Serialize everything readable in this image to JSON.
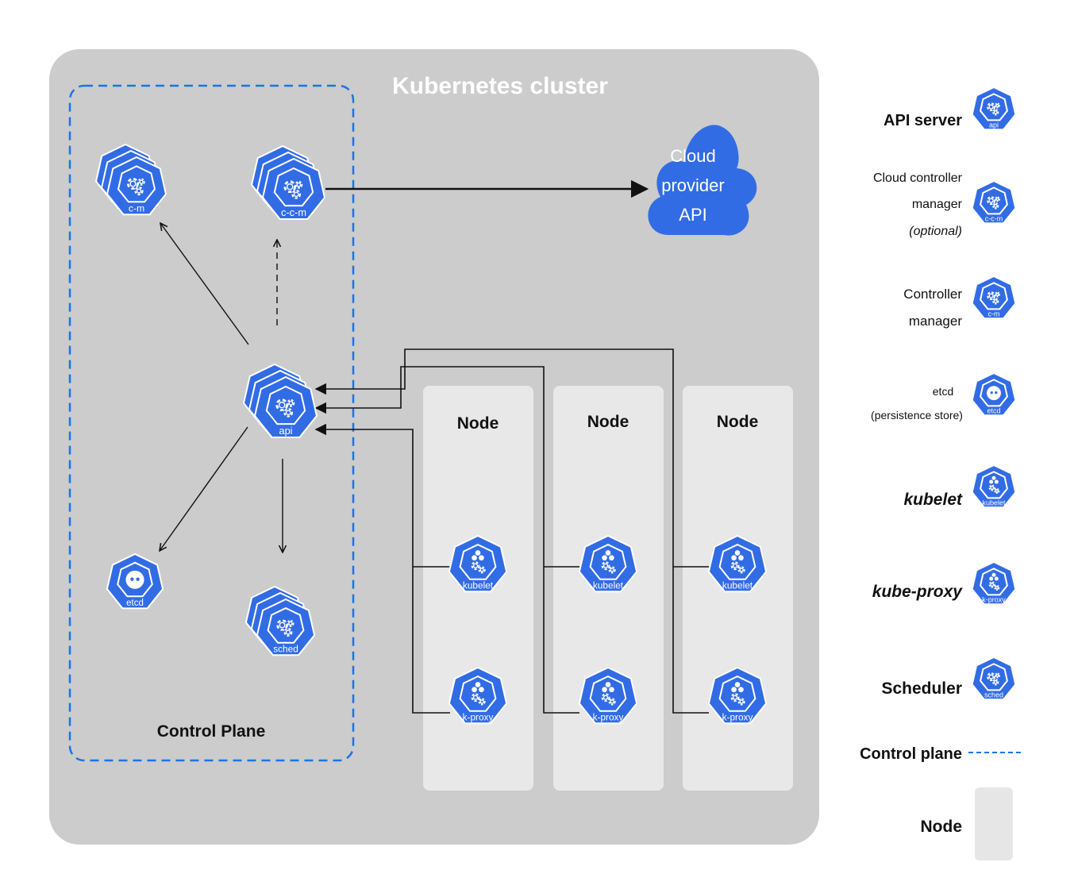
{
  "diagram": {
    "cluster_title": "Kubernetes cluster",
    "control_plane_label": "Control Plane",
    "cloud": {
      "lines": [
        "Cloud",
        "provider",
        "API"
      ]
    },
    "components": {
      "cm": "c-m",
      "ccm": "c-c-m",
      "api": "api",
      "etcd": "etcd",
      "sched": "sched"
    },
    "nodes": [
      {
        "title": "Node",
        "kubelet": "kubelet",
        "proxy": "k-proxy"
      },
      {
        "title": "Node",
        "kubelet": "kubelet",
        "proxy": "k-proxy"
      },
      {
        "title": "Node",
        "kubelet": "kubelet",
        "proxy": "k-proxy"
      }
    ]
  },
  "legend": {
    "api_server": {
      "lines": [
        "API server"
      ],
      "icon": "api"
    },
    "ccm": {
      "lines": [
        "Cloud controller",
        "manager",
        "(optional)"
      ],
      "icon": "c-c-m"
    },
    "controller_manager": {
      "lines": [
        "Controller",
        "manager"
      ],
      "icon": "c-m"
    },
    "etcd": {
      "lines": [
        "etcd",
        "(persistence store)"
      ],
      "icon": "etcd"
    },
    "kubelet": {
      "lines": [
        "kubelet"
      ],
      "icon": "kubelet"
    },
    "kube_proxy": {
      "lines": [
        "kube-proxy"
      ],
      "icon": "k-proxy"
    },
    "scheduler": {
      "lines": [
        "Scheduler"
      ],
      "icon": "sched"
    },
    "control_plane": {
      "lines": [
        "Control plane"
      ]
    },
    "node": {
      "lines": [
        "Node"
      ]
    }
  },
  "colors": {
    "k8s_blue": "#326ce5",
    "cluster_bg": "#cccccc",
    "node_bg": "#e8e8e8",
    "dash_blue": "#1a73e8"
  }
}
